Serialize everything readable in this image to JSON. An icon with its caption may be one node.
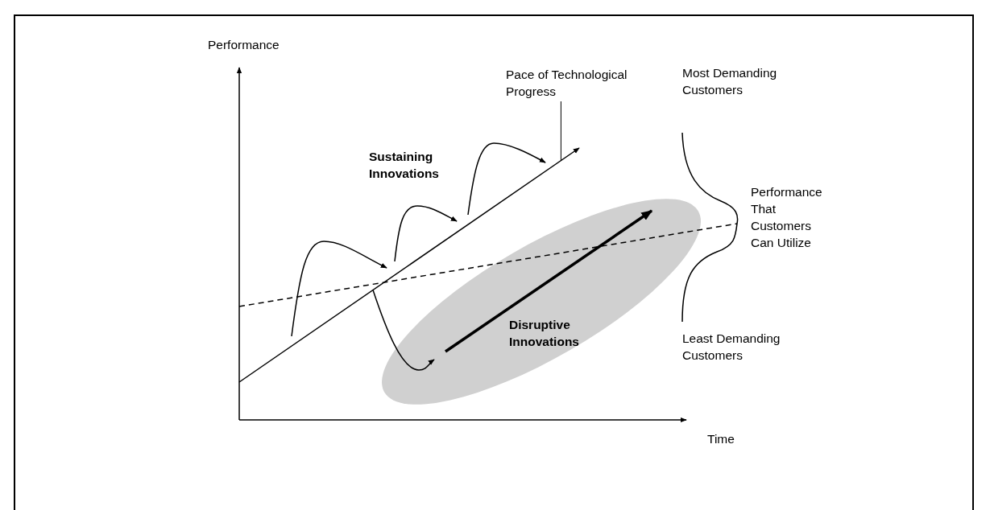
{
  "diagram": {
    "nodes": [
      {
        "text": [
          "Pace of Technological Progress"
        ]
      },
      {
        "text": [
          "Disruptive Innovations"
        ]
      },
      {
        "text": [],
        "shape": "line"
      }
    ],
    "edges": [
      {
        "from": 0,
        "to": 2,
        "arrow": "none"
      },
      {
        "from": 2,
        "to": 1,
        "arrow": "to"
      }
    ],
    "labels": [
      "Performance",
      "Most Demanding Customers",
      "Sustaining Innovations",
      "Performance That Customers Can Utilize",
      "Least Demanding Customers",
      "Time"
    ]
  }
}
